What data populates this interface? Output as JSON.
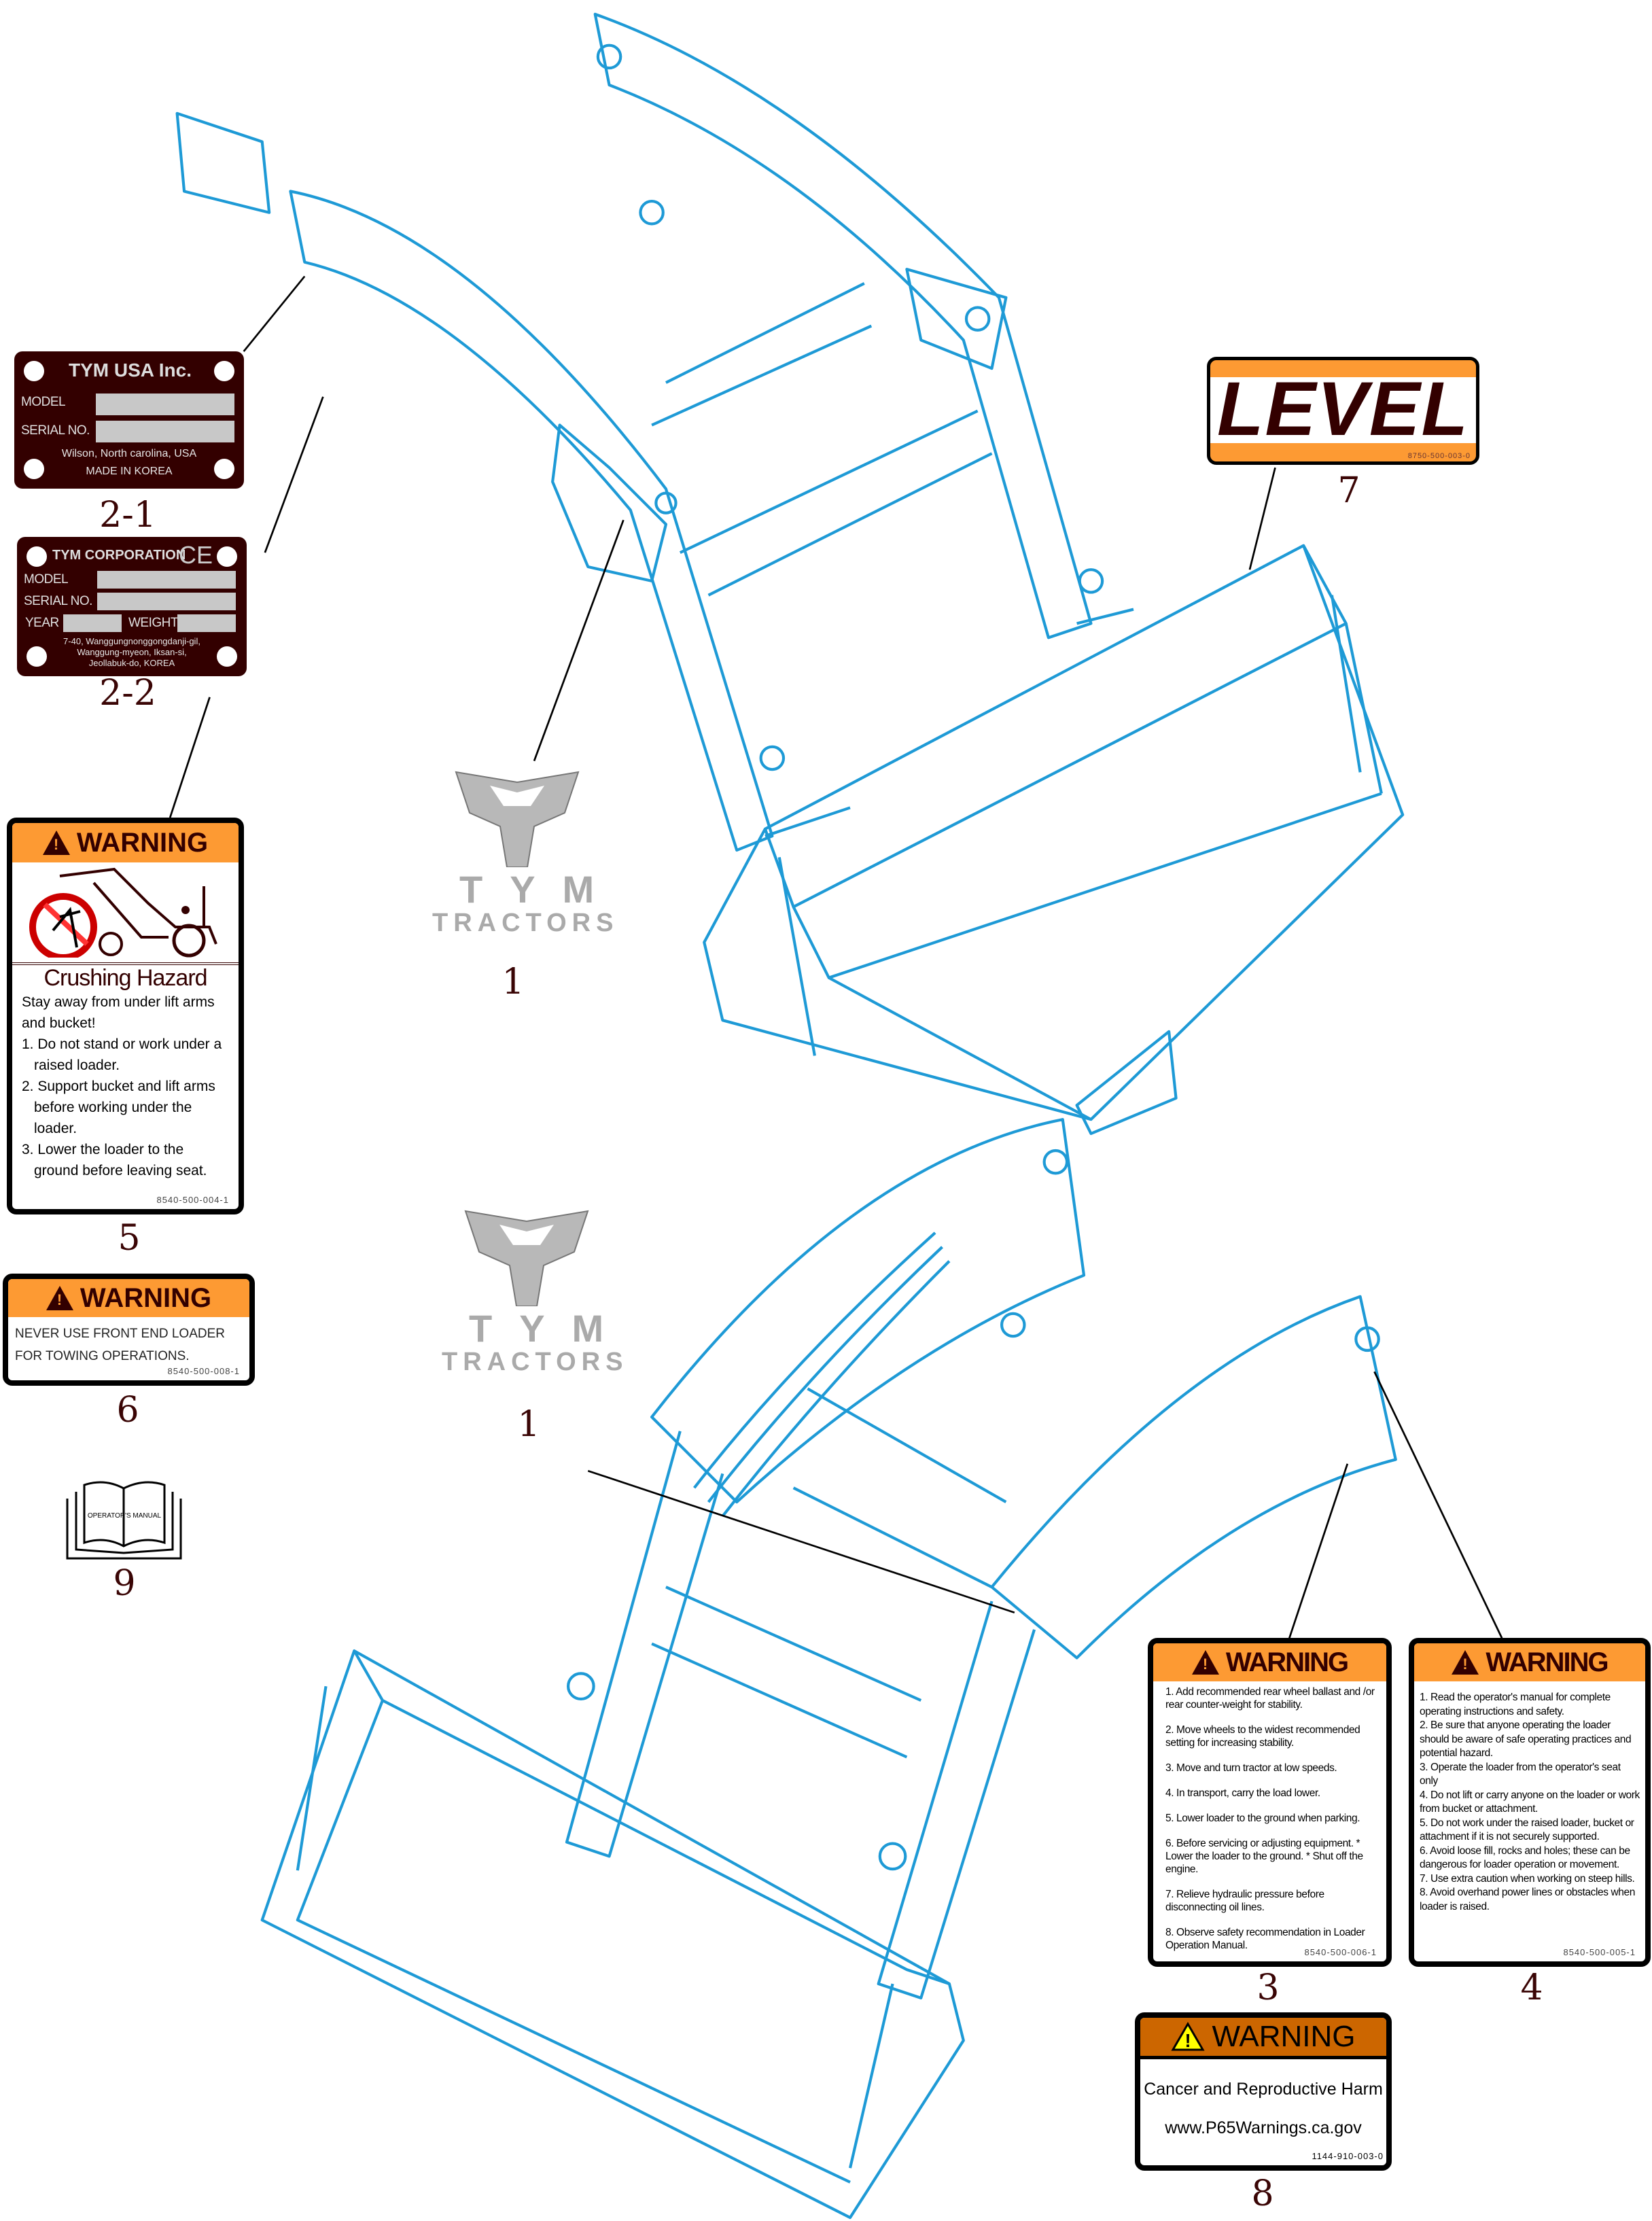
{
  "plate_2_1": {
    "company": "TYM USA Inc.",
    "model_label": "MODEL",
    "serial_label": "SERIAL NO.",
    "address": "Wilson, North carolina, USA",
    "origin": "MADE IN KOREA",
    "callout": "2-1"
  },
  "plate_2_2": {
    "company": "TYM CORPORATION",
    "ce_mark": "CE",
    "model_label": "MODEL",
    "serial_label": "SERIAL NO.",
    "year_label": "YEAR",
    "weight_label": "WEIGHT",
    "address_lines": [
      "7-40, Wanggungnonggongdanji-gil,",
      "Wanggung-myeon, Iksan-si,",
      "Jeollabuk-do, KOREA"
    ],
    "callout": "2-2"
  },
  "decal_5": {
    "header": "WARNING",
    "title": "Crushing Hazard",
    "lines": [
      "Stay away from under lift arms and bucket!",
      "1. Do not stand or work under a raised loader.",
      "2. Support bucket and lift arms before working under the loader.",
      "3. Lower the loader to the ground before leaving seat."
    ],
    "code": "8540-500-004-1",
    "callout": "5"
  },
  "decal_6": {
    "header": "WARNING",
    "lines": [
      "NEVER  USE FRONT END LOADER",
      "FOR TOWING OPERATIONS."
    ],
    "code": "8540-500-008-1",
    "callout": "6"
  },
  "manual_9": {
    "text": "OPERATOR'S MANUAL",
    "callout": "9"
  },
  "decal_7": {
    "text": "LEVEL",
    "code": "8750-500-003-0",
    "callout": "7"
  },
  "logo_top": {
    "brand": "TYM",
    "sub": "TRACTORS",
    "callout": "1"
  },
  "logo_bottom": {
    "brand": "TYM",
    "sub": "TRACTORS",
    "callout": "1"
  },
  "decal_3": {
    "header": "WARNING",
    "items": [
      "1. Add recommended rear wheel ballast and /or rear counter-weight for stability.",
      "2. Move wheels to the widest recommended setting for increasing stability.",
      "3. Move and turn tractor at low speeds.",
      "4. In transport, carry the load lower.",
      "5. Lower loader to the ground when parking.",
      "6. Before servicing or adjusting equipment. * Lower the loader to the ground. * Shut off the engine.",
      "7. Relieve hydraulic pressure before disconnecting oil lines.",
      "8. Observe safety recommendation in Loader Operation Manual."
    ],
    "code": "8540-500-006-1",
    "callout": "3"
  },
  "decal_4": {
    "header": "WARNING",
    "items": [
      "1. Read the operator's manual for complete operating instructions and safety.",
      "2. Be sure that anyone operating the loader should be aware of safe operating practices and potential hazard.",
      "3. Operate the loader from the operator's seat only",
      "4. Do not lift or carry anyone on the loader or work from bucket or attachment.",
      "5. Do not work under the raised loader, bucket or attachment if it is not securely supported.",
      "6. Avoid loose fill, rocks and holes; these can be dangerous for loader operation or movement.",
      "7. Use extra caution when working on steep hills.",
      "8. Avoid overhand power lines or obstacles when loader is raised."
    ],
    "code": "8540-500-005-1",
    "callout": "4"
  },
  "decal_8": {
    "header": "WARNING",
    "line1": "Cancer and Reproductive Harm",
    "line2": "www.P65Warnings.ca.gov",
    "code": "1144-910-003-0",
    "callout": "8"
  },
  "colors": {
    "line_art": "#1e9ad6",
    "orange": "#fd9a33",
    "plate": "#330000",
    "p65_orange": "#cc6600"
  }
}
